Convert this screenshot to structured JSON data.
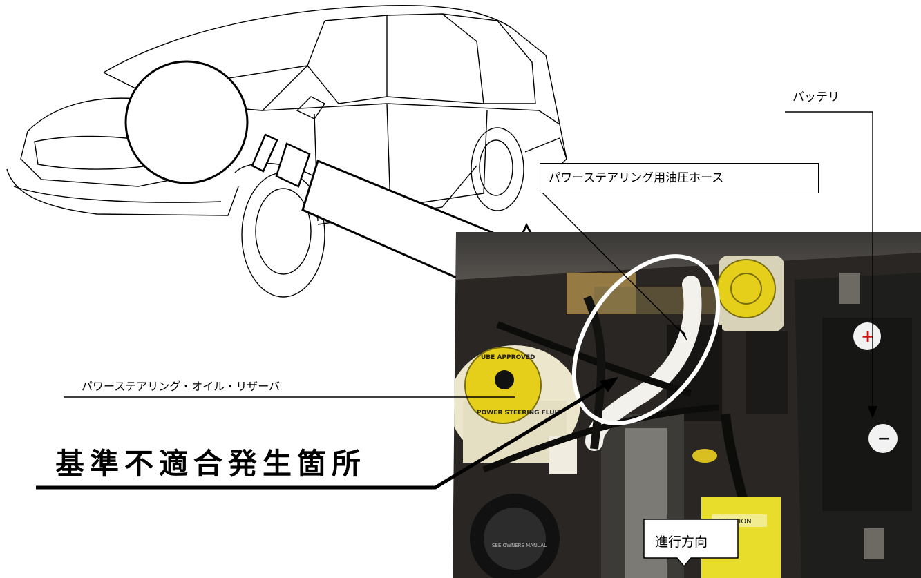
{
  "labels": {
    "battery": "バッテリ",
    "ps_hose": "パワーステアリング用油圧ホース",
    "ps_reservoir": "パワーステアリング・オイル・リザーバ",
    "defect_location": "基準不適合発生箇所",
    "direction": "進行方向"
  },
  "photo_text": {
    "cap_left": "POWER STEERING FLUID",
    "cap_left_top": "UBE APPROVED",
    "cap_bottom": "SEE OWNERS MANUAL",
    "caution": "CAUTION",
    "battery_plus": "+",
    "battery_minus": "−"
  },
  "colors": {
    "engine_bay": "#2a2623",
    "cap_yellow": "#e6cf1a",
    "reservoir": "#ebe6cc",
    "hose_white": "#f2f1ec",
    "battery": "#1e1e1c"
  }
}
